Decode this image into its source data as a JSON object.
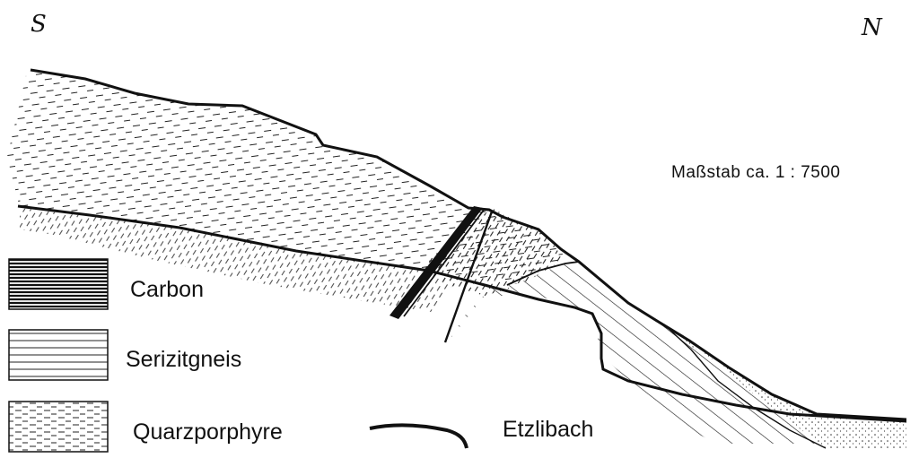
{
  "orientation": {
    "south": "S",
    "north": "N"
  },
  "scale": "Maßstab ca. 1 : 7500",
  "legend": {
    "carbon": "Carbon",
    "serizitgneis": "Serizitgneis",
    "quarzporphyre": "Quarzporphyre",
    "etzlibach": "Etzlibach"
  },
  "colors": {
    "ink": "#111111",
    "paper": "#ffffff"
  }
}
